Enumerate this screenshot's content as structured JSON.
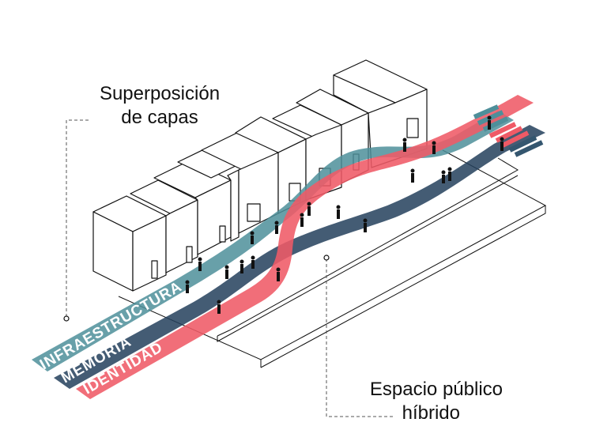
{
  "labels": {
    "layers_line1": "Superposición",
    "layers_line2": "de capas",
    "space_line1": "Espacio público",
    "space_line2": "híbrido"
  },
  "bands": [
    {
      "id": "infraestructura",
      "text": "INFRAESTRUCTURA",
      "color": "#4e8f9a"
    },
    {
      "id": "memoria",
      "text": "MEMORIA",
      "color": "#34566f"
    },
    {
      "id": "identidad",
      "text": "IDENTIDAD",
      "color": "#e8606a"
    }
  ],
  "colors": {
    "line": "#111111",
    "building_fill": "#ffffff",
    "dash": "#555555"
  }
}
